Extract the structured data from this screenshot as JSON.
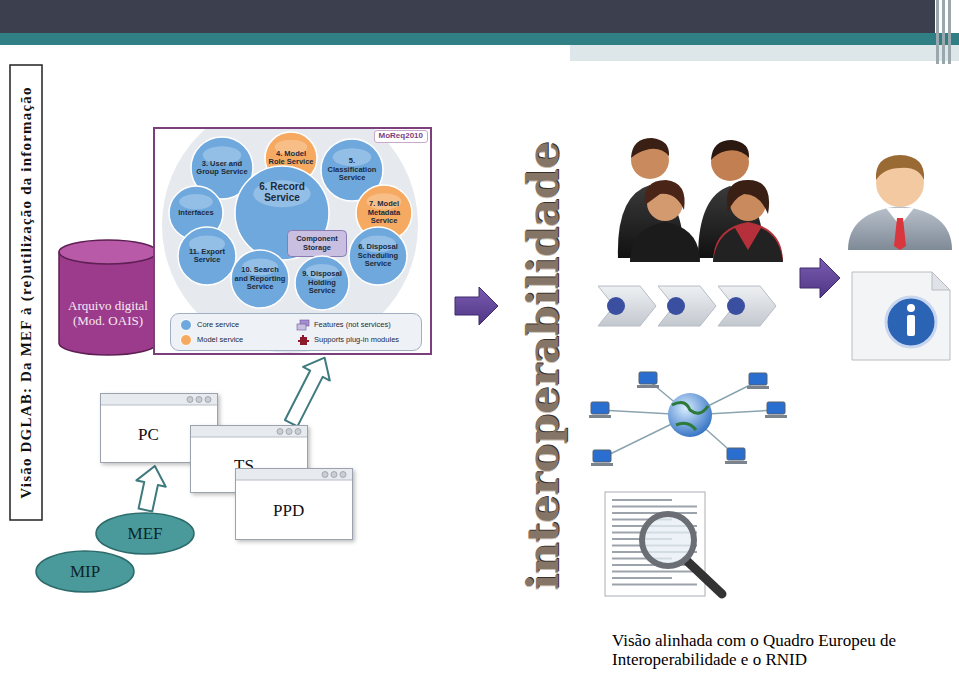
{
  "diagram": {
    "title": "Visão DGLAB: Da MEF à (re)utilização da informação",
    "caption": "Visão alinhada com o Quadro Europeu de Interoperabilidade e o RNID",
    "nodes": [
      {
        "text": [
          "Arquivo digital (Mod. OAIS)"
        ]
      },
      {
        "text": [
          "MoReq2010"
        ]
      },
      {
        "text": [
          "3. User and Group Service"
        ],
        "in": 1
      },
      {
        "text": [
          "4. Model Role Service"
        ],
        "in": 1
      },
      {
        "text": [
          "5. Classification Service"
        ],
        "in": 1
      },
      {
        "text": [
          "Interfaces"
        ],
        "in": 1
      },
      {
        "text": [
          "6. Record Service"
        ],
        "in": 1
      },
      {
        "text": [
          "Component Storage"
        ],
        "in": 6
      },
      {
        "text": [
          "7. Model Metadata Service"
        ],
        "in": 1
      },
      {
        "text": [
          "11. Export Service"
        ],
        "in": 1
      },
      {
        "text": [
          "6. Disposal Scheduling Service"
        ],
        "in": 1
      },
      {
        "text": [
          "10. Search and Reporting Service"
        ],
        "in": 1
      },
      {
        "text": [
          "9. Disposal Holding Service"
        ],
        "in": 1
      },
      {
        "text": [
          "PC"
        ]
      },
      {
        "text": [
          "TS"
        ]
      },
      {
        "text": [
          "PPD"
        ]
      },
      {
        "text": [
          "MEF"
        ]
      },
      {
        "text": [
          "MIP"
        ]
      }
    ],
    "edges": [
      {
        "from": 16,
        "to": 13,
        "arrow": "to"
      },
      {
        "from": 14,
        "to": 1,
        "arrow": "to"
      }
    ],
    "labels": [
      "interoperabilidade"
    ],
    "legend": [
      {
        "text": "Core service",
        "color": "#6fa8dc"
      },
      {
        "text": "Features (not services)"
      },
      {
        "text": "Model service",
        "color": "#f6a960"
      },
      {
        "text": "Supports plug-in modules"
      }
    ]
  }
}
